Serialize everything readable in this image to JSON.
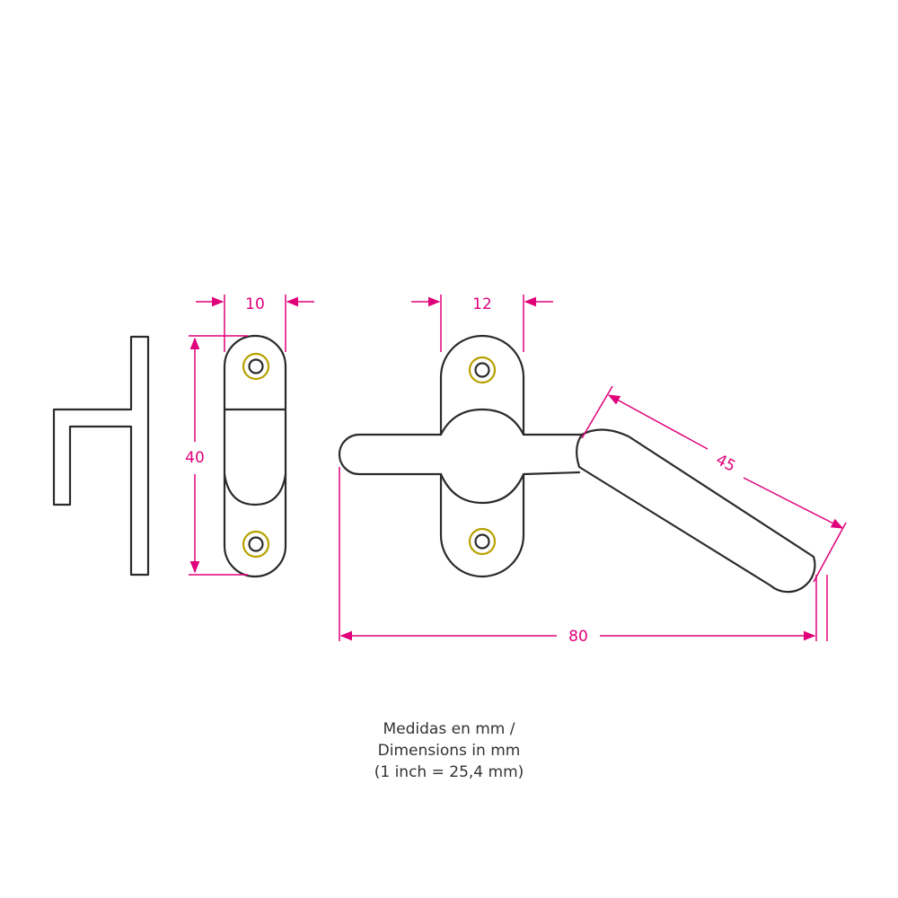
{
  "colors": {
    "outline": "#2b2b2b",
    "dimension": "#e0007a",
    "screw_ring": "#b8a000",
    "note_text": "#333333"
  },
  "dimensions": {
    "width_plate": "10",
    "height_plate": "40",
    "width_base": "12",
    "handle_length": "45",
    "total_length": "80"
  },
  "note": {
    "line1": "Medidas en mm /",
    "line2": "Dimensions in mm",
    "line3": "(1 inch = 25,4 mm)"
  }
}
